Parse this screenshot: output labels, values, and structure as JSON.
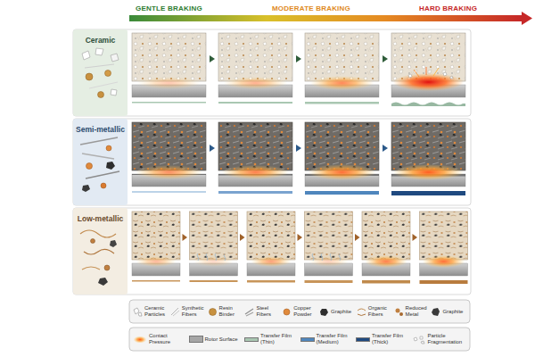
{
  "diagram": {
    "nodes": [
      {
        "text": [
          "Ceramic"
        ]
      },
      {
        "text": [
          "Semi-metallic"
        ]
      },
      {
        "text": [
          "Low-metallic"
        ]
      }
    ],
    "labels": [
      "GENTLE BRAKING",
      "MODERATE BRAKING",
      "HARD BRAKING"
    ],
    "legend": [
      {
        "text": "Ceramic Particles"
      },
      {
        "text": "Synthetic Fibers"
      },
      {
        "text": "Resin Binder"
      },
      {
        "text": "Steel Fibers"
      },
      {
        "text": "Copper Powder"
      },
      {
        "text": "Graphite"
      },
      {
        "text": "Organic Fibers"
      },
      {
        "text": "Reduced Metal"
      },
      {
        "text": "Graphite"
      },
      {
        "text": "Contact Pressure"
      },
      {
        "text": "Rotor Surface",
        "color": "#a6a6a6"
      },
      {
        "text": "Transfer Film (Thin)",
        "color": "#a9c7b2"
      },
      {
        "text": "Transfer Film (Medium)",
        "color": "#4f86bd"
      },
      {
        "text": "Transfer Film (Thick)",
        "color": "#1f4a80"
      },
      {
        "text": "Particle Fragmentation"
      }
    ]
  }
}
